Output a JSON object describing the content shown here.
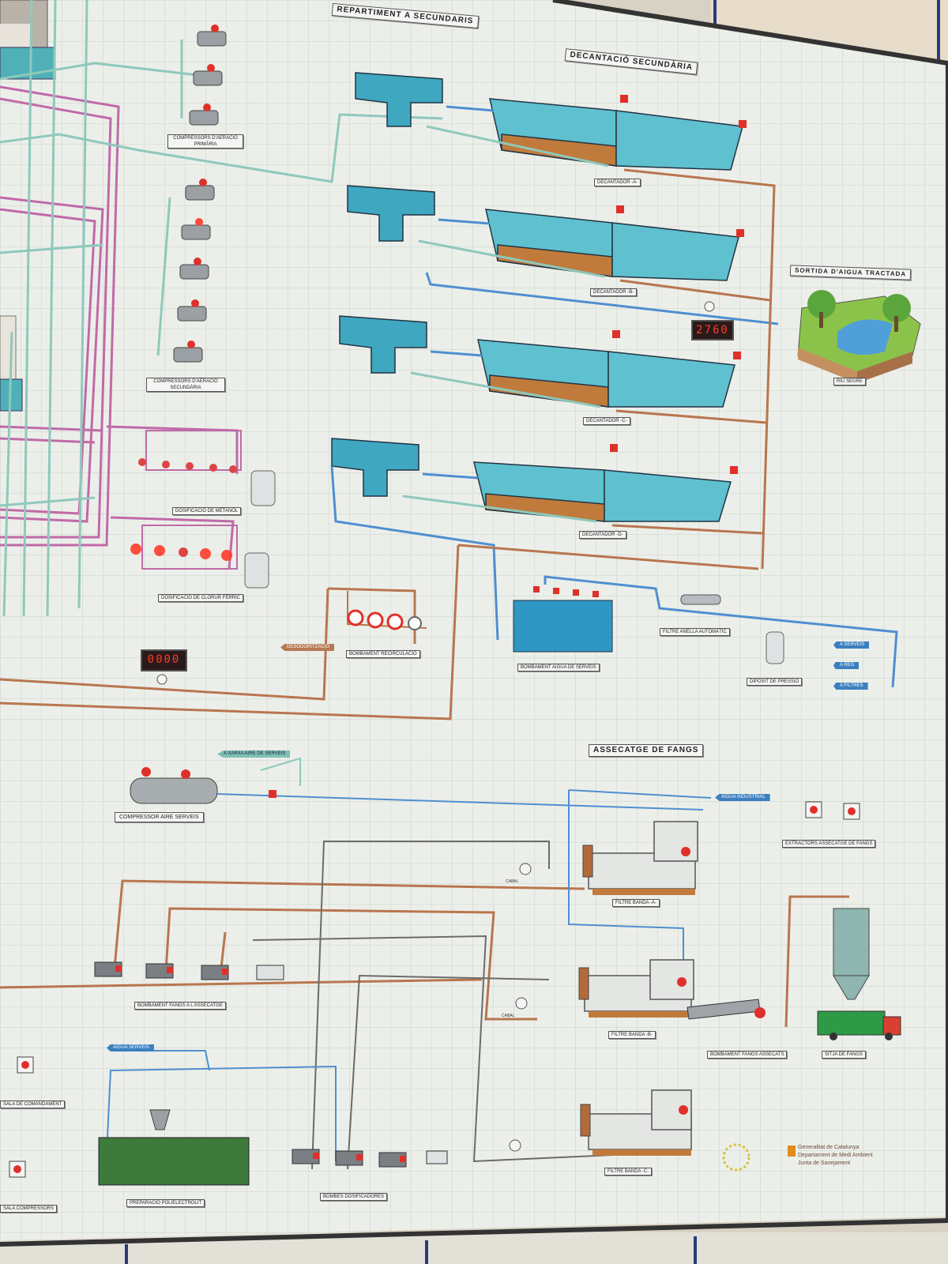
{
  "labels": {
    "repartiment": "REPARTIMENT A SECUNDARIS",
    "decantacio": "DECANTACIÓ SECUNDÀRIA",
    "decantador_a": "DECANTADOR -A-",
    "decantador_b": "DECANTADOR -B-",
    "decantador_c": "DECANTADOR -C-",
    "decantador_d": "DECANTADOR -D-",
    "sortida": "SORTIDA D'AIGUA TRACTADA",
    "riu": "RIU SEGRE",
    "comp_primaria": "COMPRESSORS D'AERACIÓ PRIMÀRIA",
    "comp_secundaria": "COMPRESSORS D'AERACIÓ SECUNDÀRIA",
    "dos_metanol": "DOSIFICACIÓ DE METANOL",
    "dos_clorur": "DOSIFICACIÓ DE CLORUR FÈRRIC",
    "bombament_recirculacio": "BOMBAMENT RECIRCULACIÓ",
    "bombament_aigua_serveis": "BOMBAMENT AIGUA DE SERVEIS",
    "filtre_anella": "FILTRE ANELLA AUTOMÀTIC",
    "diposit_pressio": "DIPÒSIT DE PRESSIÓ",
    "assecatge": "ASSECATGE DE FANGS",
    "compressor_aire": "COMPRESSOR AIRE SERVEIS",
    "extractors": "EXTRACTORS ASSECATGE DE FANGS",
    "filtre_a": "FILTRE BANDA -A-",
    "filtre_b": "FILTRE BANDA -B-",
    "filtre_c": "FILTRE BANDA -C-",
    "bombament_fangs": "BOMBAMENT FANGS A L'ASSECATGE",
    "bombament_fangs_assecats": "BOMBAMENT FANGS ASSECATS",
    "sitja": "SITJA DE FANGS",
    "preparacio": "PREPARACIÓ POLIELECTRÒLIT",
    "bombes_dos": "BOMBES DOSIFICADORES",
    "sala": "SALA DE COMANDAMENT",
    "sala_compressors": "SALA COMPRESSORS",
    "desodoritzacio": "DESODORITZACIÓ",
    "cabal": "CABAL"
  },
  "tags": {
    "serveis": "A SERVEIS",
    "reg": "A REG",
    "filtres": "A FILTRES",
    "aire_serveis": "A XARXA AIRE DE SERVEIS",
    "aigua_serveis": "AIGUA SERVEIS",
    "aigua_industrial": "AIGUA INDUSTRIAL"
  },
  "displays": {
    "sortida": "2760",
    "recirculacio": "0000"
  },
  "credits": {
    "line1": "Generalitat de Catalunya",
    "line2": "Departament de Medi Ambient",
    "line3": "Junta de Sanejament"
  },
  "colors": {
    "water_pipe": "#4f8fd0",
    "sludge_pipe": "#b8764f",
    "air_pipe": "#8fc8bd",
    "chem_pipe": "#c06aa8",
    "water_tank": "#3fa7c0",
    "sludge": "#c07b3c",
    "alarm": "#e0302a",
    "polymer": "#3e7a3a",
    "panel": "#eceee9"
  }
}
